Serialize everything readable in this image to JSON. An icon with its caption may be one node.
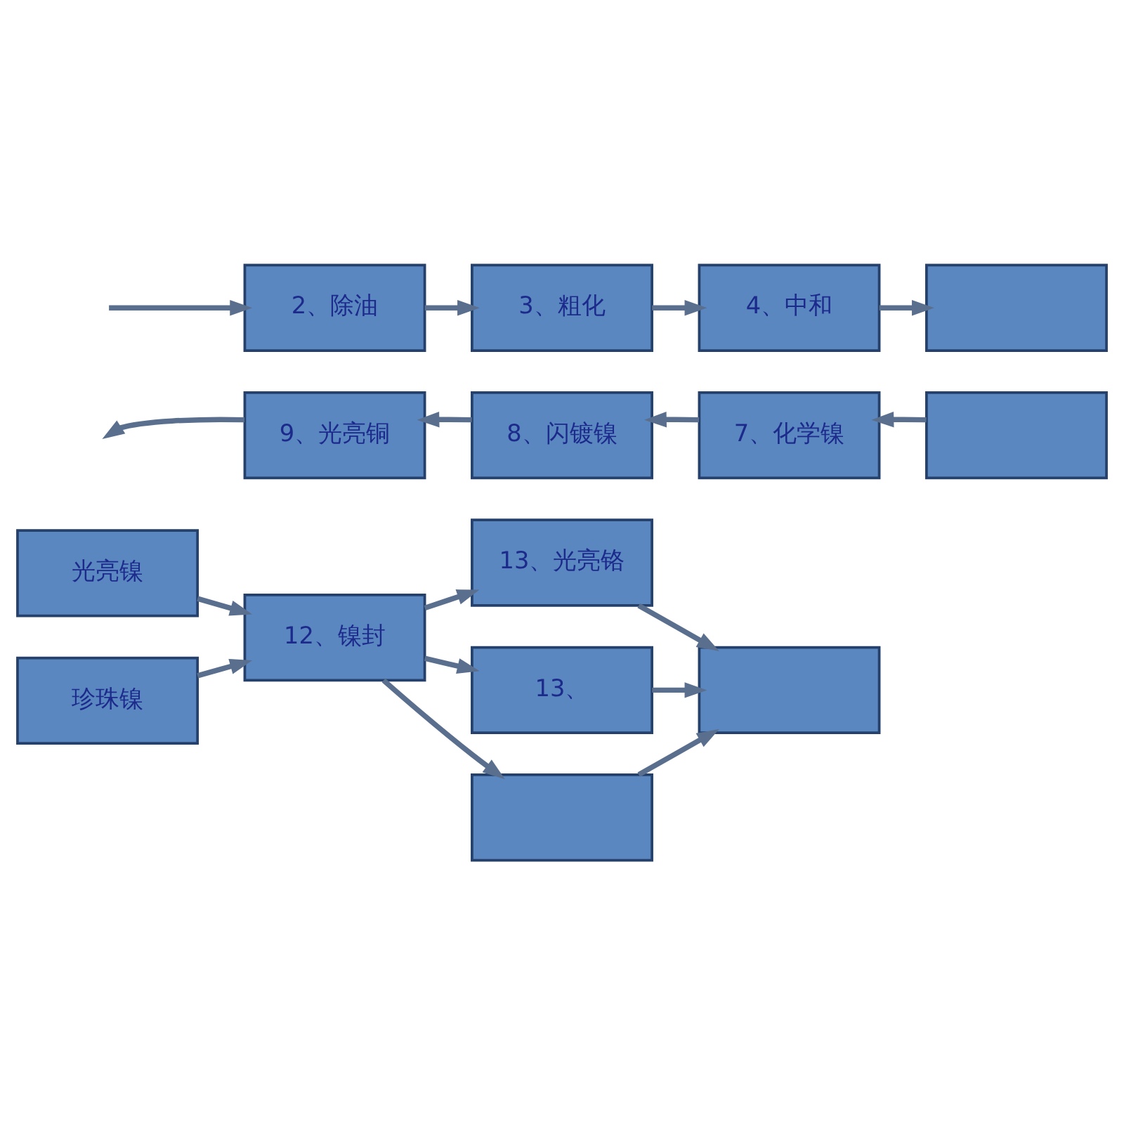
{
  "diagram": {
    "nodes": [
      {
        "text": [
          "2、除油"
        ]
      },
      {
        "text": [
          "3、粗化"
        ]
      },
      {
        "text": [
          "4、中和"
        ]
      },
      {
        "text": [],
        "shape": "box"
      },
      {
        "text": [
          "9、光亮铜"
        ]
      },
      {
        "text": [
          "8、闪镀镍"
        ]
      },
      {
        "text": [
          "7、化学镍"
        ]
      },
      {
        "text": [],
        "shape": "box"
      },
      {
        "text": [
          "光亮镍"
        ]
      },
      {
        "text": [
          "珍珠镍"
        ]
      },
      {
        "text": [
          "12、镍封"
        ]
      },
      {
        "text": [
          "13、光亮铬"
        ]
      },
      {
        "text": [
          "13、"
        ]
      },
      {
        "text": [],
        "shape": "box"
      },
      {
        "text": [],
        "shape": "box"
      }
    ],
    "edges": [
      {
        "from": null,
        "to": 0,
        "arrow": "to"
      },
      {
        "from": 0,
        "to": 1,
        "arrow": "to"
      },
      {
        "from": 1,
        "to": 2,
        "arrow": "to"
      },
      {
        "from": 2,
        "to": 3,
        "arrow": "to"
      },
      {
        "from": 7,
        "to": 6,
        "arrow": "to"
      },
      {
        "from": 6,
        "to": 5,
        "arrow": "to"
      },
      {
        "from": 5,
        "to": 4,
        "arrow": "to"
      },
      {
        "from": 4,
        "to": null,
        "arrow": "to"
      },
      {
        "from": 8,
        "to": 10,
        "arrow": "to"
      },
      {
        "from": 9,
        "to": 10,
        "arrow": "to"
      },
      {
        "from": 10,
        "to": 11,
        "arrow": "to"
      },
      {
        "from": 10,
        "to": 12,
        "arrow": "to"
      },
      {
        "from": 10,
        "to": 13,
        "arrow": "to"
      },
      {
        "from": 11,
        "to": 14,
        "arrow": "to"
      },
      {
        "from": 12,
        "to": 14,
        "arrow": "to"
      },
      {
        "from": 13,
        "to": 14,
        "arrow": "to"
      }
    ]
  }
}
